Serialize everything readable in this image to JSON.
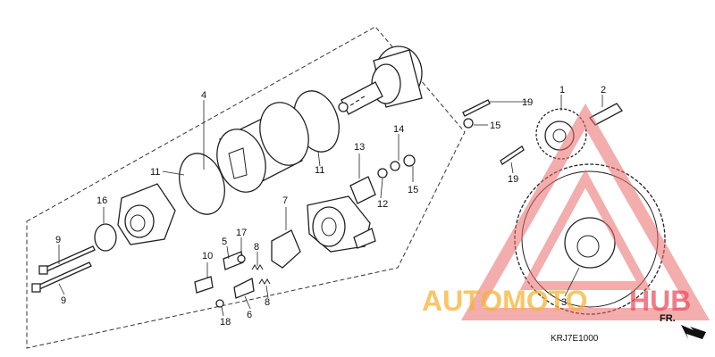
{
  "callouts": {
    "c1": "1",
    "c2": "2",
    "c3": "3",
    "c4": "4",
    "c5": "5",
    "c6": "6",
    "c7": "7",
    "c8a": "8",
    "c8b": "8",
    "c9a": "9",
    "c9b": "9",
    "c10": "10",
    "c11a": "11",
    "c11b": "11",
    "c12": "12",
    "c13": "13",
    "c14": "14",
    "c15a": "15",
    "c15b": "15",
    "c16": "16",
    "c17": "17",
    "c18": "18",
    "c19a": "19",
    "c19b": "19"
  },
  "diagram_code": "KRJ7E1000",
  "direction_label": "FR.",
  "watermark": {
    "text_a": "AUTOMOTO",
    "text_b": "HUB",
    "color_a": "#f5b335",
    "color_b": "#ea5260"
  },
  "colors": {
    "line": "#222222",
    "watermark_triangle": "#ea6b6b"
  }
}
